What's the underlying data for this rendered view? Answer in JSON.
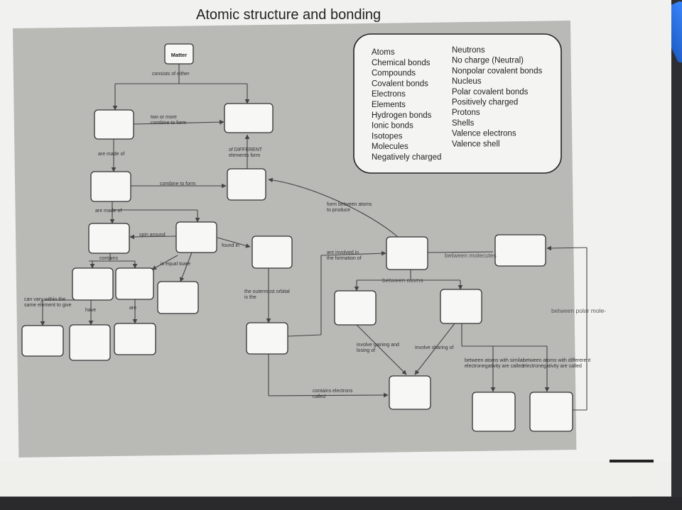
{
  "title": "Atomic structure and bonding",
  "word_bank": {
    "left": [
      "Atoms",
      "Chemical bonds",
      "Compounds",
      "Covalent bonds",
      "Electrons",
      "Elements",
      "Hydrogen bonds",
      "Ionic bonds",
      "Isotopes",
      "Molecules",
      "Negatively charged"
    ],
    "right": [
      "Neutrons",
      "No charge (Neutral)",
      "Nonpolar covalent bonds",
      "Nucleus",
      "Polar covalent bonds",
      "Positively charged",
      "Protons",
      "Shells",
      "Valence electrons",
      "Valence shell"
    ]
  },
  "concept_map": {
    "root": "Matter",
    "labels": {
      "consists_of_either": "consists of either",
      "two_or_more_combine": "two or more combine to form",
      "are_made_of_1": "are made of",
      "of_different_elements": "of DIFFERENT elements form",
      "combine_to_form": "combine to form",
      "are_made_of_2": "are made of",
      "spin_around": "spin around",
      "found_in": "found in",
      "contains": "contains",
      "is_equal_to": "is equal to",
      "are_1": "are",
      "can_vary": "can vary within the same element to give",
      "have": "have",
      "are_2": "are",
      "outermost_orbital": "the outermost orbital is the",
      "form_between_atoms": "form between atoms to produce",
      "involved_in_formation": "are involved in the formation of",
      "between_molecules": "between molecules",
      "between_atoms": "between atoms",
      "between_polar_molecules": "between polar mole-",
      "involve_gaining": "involve gaining and losing of",
      "involve_sharing": "involve sharing of",
      "similar_electronegativity": "between atoms with similar electronegativity are called",
      "different_electronegativity": "between atoms with differerent electronegativity are called",
      "contains_electrons_called": "contains electrons called"
    }
  }
}
